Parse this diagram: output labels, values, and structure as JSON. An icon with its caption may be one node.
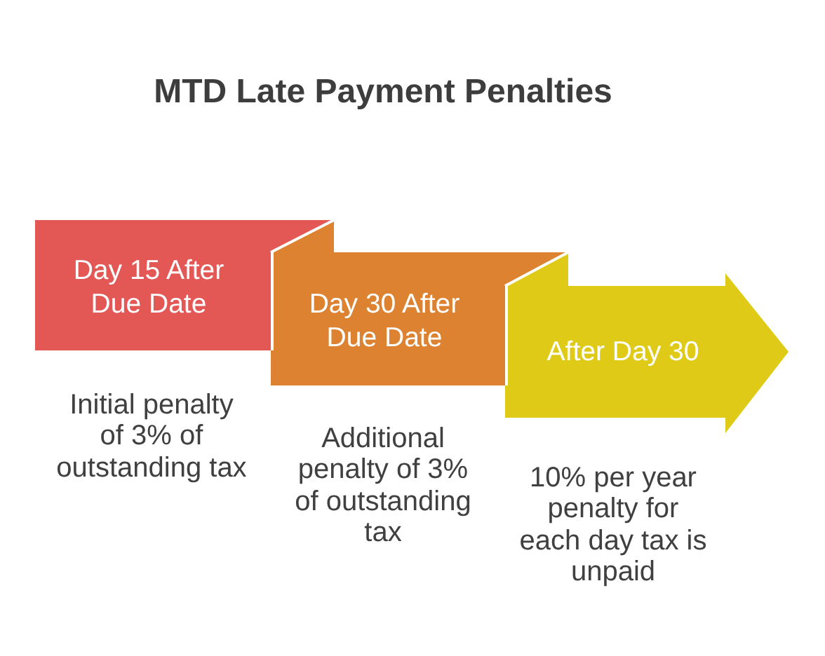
{
  "diagram": {
    "title": "MTD Late Payment Penalties",
    "nodes": [
      {
        "text": [
          "Day 15 After Due Date"
        ],
        "beside": [
          "Initial penalty of 3% of outstanding tax"
        ]
      },
      {
        "text": [
          "Day 30 After Due Date"
        ],
        "beside": [
          "Additional penalty of 3% of outstanding tax"
        ]
      },
      {
        "text": [
          "After Day 30"
        ],
        "beside": [
          "10% per year penalty for each day tax is unpaid"
        ]
      }
    ]
  }
}
